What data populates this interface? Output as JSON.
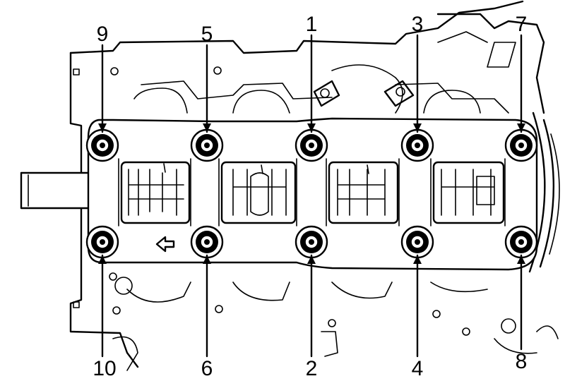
{
  "bolt_labels": [
    "1",
    "2",
    "3",
    "4",
    "5",
    "6",
    "7",
    "8",
    "9",
    "10"
  ],
  "colors": {
    "ink": "#000000",
    "paper": "#ffffff"
  },
  "icons": {
    "direction_arrow": "arrow-left-icon"
  }
}
